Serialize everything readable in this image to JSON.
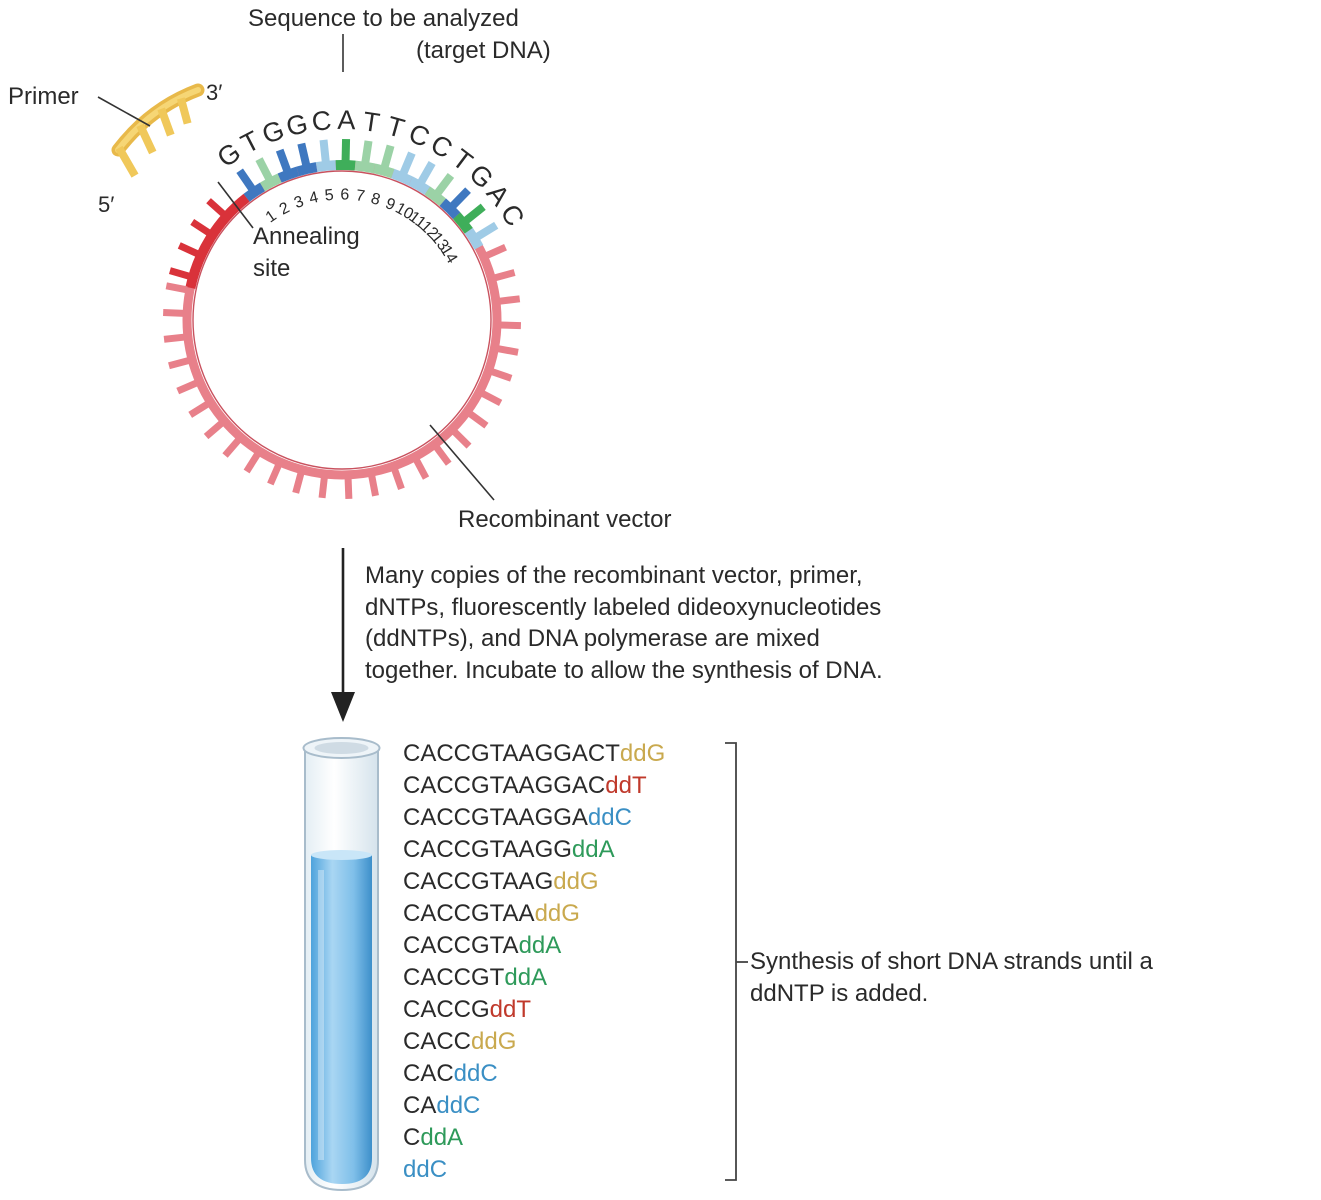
{
  "labels": {
    "sequence_title": "Sequence to be analyzed",
    "sequence_subtitle": "(target DNA)",
    "primer": "Primer",
    "three_prime": "3′",
    "five_prime": "5′",
    "annealing_line1": "Annealing",
    "annealing_line2": "site",
    "recombinant_vector": "Recombinant vector",
    "synthesis_note": "Synthesis of short DNA strands until a ddNTP is added."
  },
  "target_sequence": [
    "G",
    "T",
    "G",
    "G",
    "C",
    "A",
    "T",
    "T",
    "C",
    "C",
    "T",
    "G",
    "A",
    "C"
  ],
  "position_numbers": [
    "1",
    "2",
    "3",
    "4",
    "5",
    "6",
    "7",
    "8",
    "9",
    "10",
    "11",
    "12",
    "13",
    "14"
  ],
  "step_text": [
    "Many copies of the recombinant vector, primer,",
    "dNTPs, fluorescently labeled dideoxynucleotides",
    "(ddNTPs), and DNA polymerase are mixed",
    "together. Incubate to allow the synthesis of DNA."
  ],
  "strands": [
    {
      "prefix": "CACCGTAAGGACT",
      "dd": "ddG"
    },
    {
      "prefix": "CACCGTAAGGAC",
      "dd": "ddT"
    },
    {
      "prefix": "CACCGTAAGGA",
      "dd": "ddC"
    },
    {
      "prefix": "CACCGTAAGG",
      "dd": "ddA"
    },
    {
      "prefix": "CACCGTAAG",
      "dd": "ddG"
    },
    {
      "prefix": "CACCGTAA",
      "dd": "ddG"
    },
    {
      "prefix": "CACCGTA",
      "dd": "ddA"
    },
    {
      "prefix": "CACCGT",
      "dd": "ddA"
    },
    {
      "prefix": "CACCG",
      "dd": "ddT"
    },
    {
      "prefix": "CACC",
      "dd": "ddG"
    },
    {
      "prefix": "CAC",
      "dd": "ddC"
    },
    {
      "prefix": "CA",
      "dd": "ddC"
    },
    {
      "prefix": "C",
      "dd": "ddA"
    },
    {
      "prefix": "",
      "dd": "ddC"
    }
  ],
  "colors": {
    "ddG": "#c9a94e",
    "ddT": "#c0392b",
    "ddC": "#3a8fc4",
    "ddA": "#2e9a5a",
    "vector": "#e8808a",
    "annealing": "#d9323a",
    "primer": "#f0c85a",
    "base_G": "#3f78c0",
    "base_T": "#9bd2a6",
    "base_C": "#9fcbe6",
    "base_A": "#3fae5a",
    "tube_liquid": "#8cc6ec"
  }
}
